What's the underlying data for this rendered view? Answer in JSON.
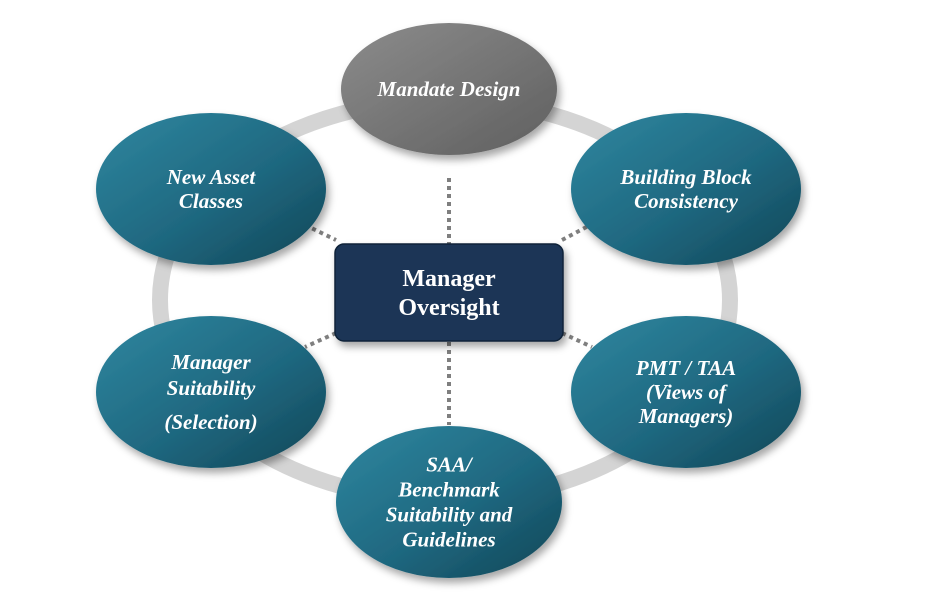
{
  "center": {
    "lines": [
      "Manager",
      "Oversight"
    ]
  },
  "nodes": [
    {
      "id": "mandate-design",
      "lines": [
        "Mandate Design"
      ],
      "style": "gray"
    },
    {
      "id": "building-block-consistency",
      "lines": [
        "Building Block",
        "Consistency"
      ],
      "style": "teal"
    },
    {
      "id": "pmt-taa",
      "lines": [
        "PMT / TAA",
        "(Views of",
        "Managers)"
      ],
      "style": "teal"
    },
    {
      "id": "saa-benchmark",
      "lines": [
        "SAA/",
        "Benchmark",
        "Suitability and",
        "Guidelines"
      ],
      "style": "teal"
    },
    {
      "id": "manager-suitability",
      "lines": [
        "Manager",
        "Suitability",
        "(Selection)"
      ],
      "style": "teal"
    },
    {
      "id": "new-asset-classes",
      "lines": [
        "New Asset",
        "Classes"
      ],
      "style": "teal"
    }
  ],
  "colors": {
    "teal_light": "#2c7f97",
    "teal_dark": "#135066",
    "gray_light": "#8a8a8a",
    "gray_dark": "#666666",
    "center_fill": "#1c3557",
    "ring": "#d2d2d2",
    "connector": "#7a7a7a"
  }
}
